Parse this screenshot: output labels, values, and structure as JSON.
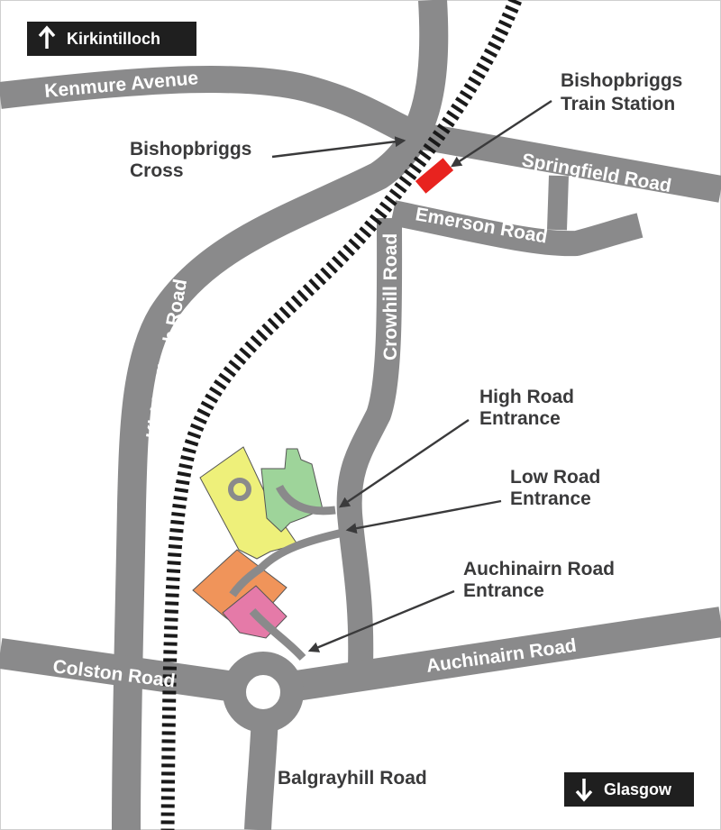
{
  "map": {
    "directions": {
      "north": {
        "label": "Kirkintilloch",
        "icon": "arrow-up-icon"
      },
      "south": {
        "label": "Glasgow",
        "icon": "arrow-down-icon"
      }
    },
    "roads": {
      "kenmure": "Kenmure Avenue",
      "kirkintilloch": "Kirkintilloch Road",
      "springfield": "Springfield Road",
      "emerson": "Emerson Road",
      "crowhill": "Crowhill Road",
      "colston": "Colston Road",
      "auchinairn": "Auchinairn Road",
      "balgrayhill": "Balgrayhill Road"
    },
    "places": {
      "cross": [
        "Bishopbriggs",
        "Cross"
      ],
      "station": [
        "Bishopbriggs",
        "Train Station"
      ],
      "high_road": [
        "High Road",
        "Entrance"
      ],
      "low_road": [
        "Low Road",
        "Entrance"
      ],
      "auchinairn_entrance": [
        "Auchinairn Road",
        "Entrance"
      ]
    },
    "colors": {
      "road": "#8a8a8b",
      "railway": "#1a1a1a",
      "station": "#e8231f",
      "site_yellow": "#eef07a",
      "site_green": "#9ed49a",
      "site_orange": "#f0945a",
      "site_pink": "#e57aa8",
      "label_dark": "#3a3a3b",
      "direction_box": "#1f1f1f"
    }
  }
}
